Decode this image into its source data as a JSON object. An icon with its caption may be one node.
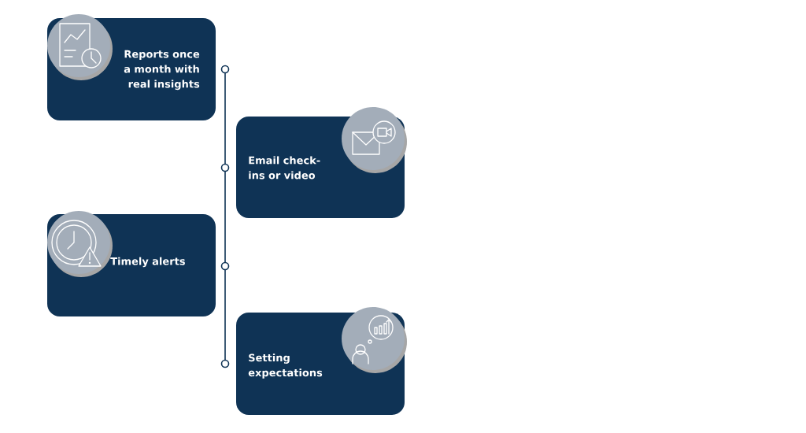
{
  "diagram": {
    "nodes": [
      {
        "text": [
          "Reports once a month with real insights"
        ]
      },
      {
        "text": [
          "Email check-ins or video"
        ]
      },
      {
        "text": [
          "Timely alerts"
        ]
      },
      {
        "text": [
          "Setting expectations"
        ]
      }
    ]
  }
}
